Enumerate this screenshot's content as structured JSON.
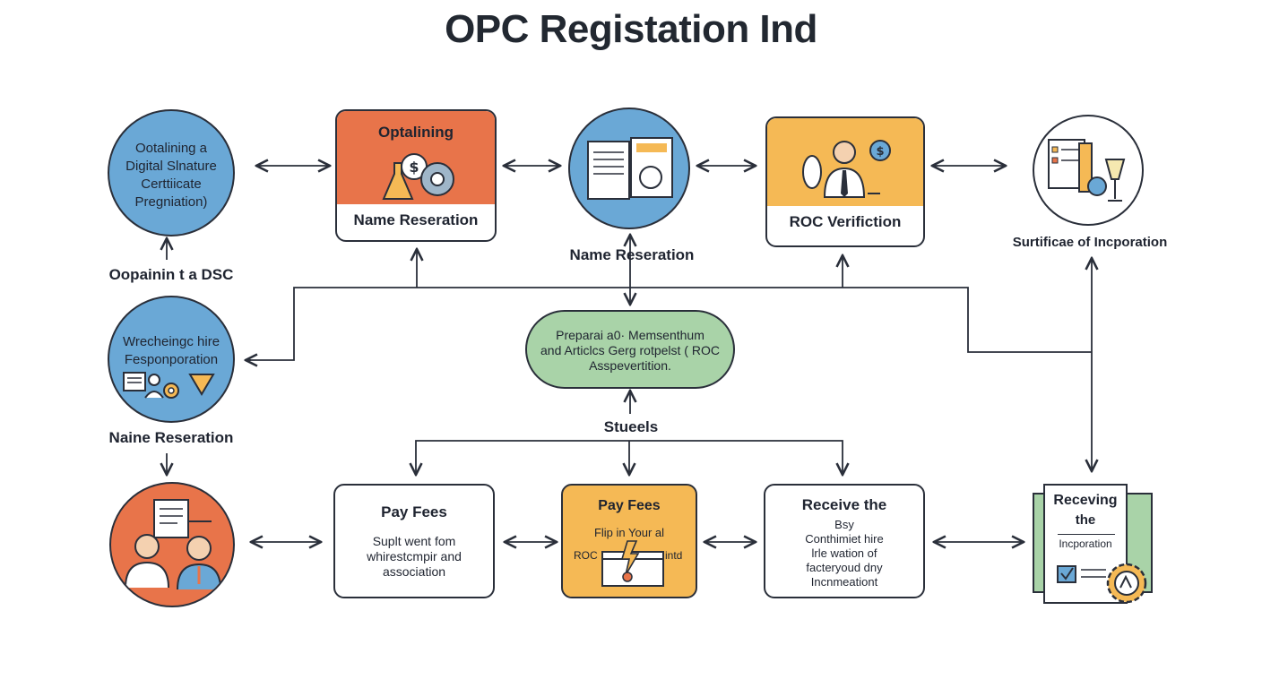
{
  "diagram": {
    "title": "OPC Registation Ind",
    "dsc_circle": {
      "lines": [
        "Ootalining a",
        "Digital Slnature",
        "Certtiicate",
        "Pregniation)"
      ]
    },
    "dsc_label": "Oopainin t a DSC",
    "reg_circle": {
      "lines": [
        "Wrecheingc hire",
        "Fesponporation"
      ]
    },
    "reg_label": "Naine Reseration",
    "name_box": {
      "header": "Optalining",
      "footer": "Name Reseration"
    },
    "docs_label": "Name Reseration",
    "roc_box": {
      "label": "ROC Verifiction"
    },
    "cert_label": "Surtificae of Incporation",
    "moa_pill": {
      "lines": [
        "Preparai a0· Memsenthum",
        "and Articlcs  Gerg rotpelst ( ROC",
        "Asspevertition."
      ]
    },
    "stage_label": "Stueels",
    "fees_box1": {
      "title": "Pay Fees",
      "lines": [
        "Suplt went fom",
        "whirestcmpir and",
        "association"
      ]
    },
    "fees_box2": {
      "title": "Pay Fees",
      "subtitle": "Flip in Your al",
      "left_tag": "ROC",
      "right_tag": "intd"
    },
    "receive_box": {
      "title": "Receive the",
      "lines": [
        "Bsy",
        "Conthimiet hire",
        "lrle wation of",
        "facteryoud dny",
        "Incnmeationt"
      ]
    },
    "receiving_doc": {
      "title_line1": "Receving",
      "title_line2": "the",
      "subtitle": "Incporation"
    }
  },
  "colors": {
    "blue": "#6aa8d6",
    "orange": "#e8744a",
    "yellow": "#f5b955",
    "green": "#a9d3a8",
    "outline": "#2a2f3a"
  }
}
